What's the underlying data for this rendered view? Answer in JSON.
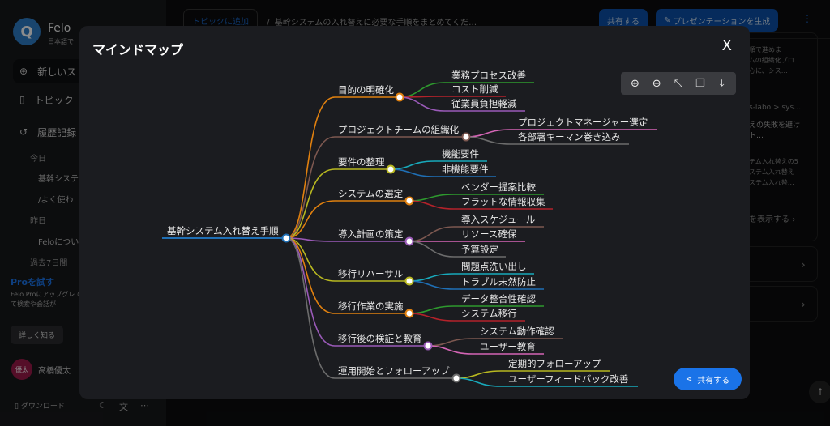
{
  "sidebar": {
    "brand": "Felo",
    "brand_sub": "日本語で",
    "new_search": "新しいス",
    "topics": "トピック",
    "history": "履歴記録",
    "today": "今日",
    "h1": "基幹システ",
    "h2": "/よく使わ",
    "yesterday": "昨日",
    "h3": "Feloについ",
    "past7": "過去7日間",
    "pro_title": "Proを試す",
    "pro_desc": "Felo Proにアップグレ のPro検索が可能にな 使用して検索や会話が",
    "learn_more": "詳しく知る",
    "avatar": "優太",
    "user": "高橋優太",
    "download": "ダウンロード"
  },
  "topbar": {
    "add_topic": "トピックに追加",
    "breadcrumb": "基幹システムの入れ替えに必要な手順をまとめてくだ…",
    "share": "共有する",
    "presentation": "プレゼンテーションを生成"
  },
  "right": {
    "t1": "手順で進めま",
    "t2": "ームの組織化プロ",
    "t3": "中心に、シス…",
    "t4": "s-labo > sys…",
    "t5": "えの失敗を避け",
    "t6": "ト…",
    "t7": "テム入れ替えの5",
    "t8": "ステム入れ替え",
    "t9": "ステム入れ替…",
    "t10": "を表示する ›"
  },
  "modal": {
    "title": "マインドマップ",
    "close": "X",
    "share": "共有する"
  },
  "mindmap": {
    "root": {
      "label": "基幹システム入れ替え手順",
      "color": "#1f6fb5"
    },
    "branches": [
      {
        "label": "目的の明確化",
        "color": "#e0800f",
        "children": [
          {
            "label": "業務プロセス改善",
            "color": "#2e9a2e"
          },
          {
            "label": "コスト削減",
            "color": "#b3222a"
          },
          {
            "label": "従業員負担軽減",
            "color": "#9a5ab8"
          }
        ]
      },
      {
        "label": "プロジェクトチームの組織化",
        "color": "#7d5850",
        "children": [
          {
            "label": "プロジェクトマネージャー選定",
            "color": "#d465b5"
          },
          {
            "label": "各部署キーマン巻き込み",
            "color": "#6c6c6c"
          }
        ]
      },
      {
        "label": "要件の整理",
        "color": "#b8b820",
        "children": [
          {
            "label": "機能要件",
            "color": "#18a9bb"
          },
          {
            "label": "非機能要件",
            "color": "#1f6fb5"
          }
        ]
      },
      {
        "label": "システムの選定",
        "color": "#e0800f",
        "children": [
          {
            "label": "ベンダー提案比較",
            "color": "#2e9a2e"
          },
          {
            "label": "フラットな情報収集",
            "color": "#b3222a"
          }
        ]
      },
      {
        "label": "導入計画の策定",
        "color": "#9a5ab8",
        "children": [
          {
            "label": "導入スケジュール",
            "color": "#7d5850"
          },
          {
            "label": "リソース確保",
            "color": "#d465b5"
          },
          {
            "label": "予算設定",
            "color": "#6c6c6c"
          }
        ]
      },
      {
        "label": "移行リハーサル",
        "color": "#b8b820",
        "children": [
          {
            "label": "問題点洗い出し",
            "color": "#18a9bb"
          },
          {
            "label": "トラブル未然防止",
            "color": "#1f6fb5"
          }
        ]
      },
      {
        "label": "移行作業の実施",
        "color": "#e0800f",
        "children": [
          {
            "label": "データ整合性確認",
            "color": "#2e9a2e"
          },
          {
            "label": "システム移行",
            "color": "#b3222a"
          }
        ]
      },
      {
        "label": "移行後の検証と教育",
        "color": "#9a5ab8",
        "children": [
          {
            "label": "システム動作確認",
            "color": "#7d5850"
          },
          {
            "label": "ユーザー教育",
            "color": "#d465b5"
          }
        ]
      },
      {
        "label": "運用開始とフォローアップ",
        "color": "#6c6c6c",
        "children": [
          {
            "label": "定期的フォローアップ",
            "color": "#b8b820"
          },
          {
            "label": "ユーザーフィードバック改善",
            "color": "#18a9bb"
          }
        ]
      }
    ]
  }
}
